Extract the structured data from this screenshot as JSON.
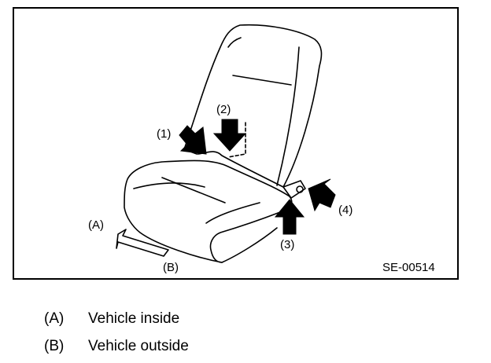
{
  "figure": {
    "code": "SE-00514",
    "callouts": {
      "c1": "(1)",
      "c2": "(2)",
      "c3": "(3)",
      "c4": "(4)",
      "a": "(A)",
      "b": "(B)"
    }
  },
  "legend": [
    {
      "key": "(A)",
      "text": "Vehicle inside"
    },
    {
      "key": "(B)",
      "text": "Vehicle outside"
    }
  ],
  "icons": [
    "seat-illustration",
    "arrow-icon",
    "direction-arrow-icon"
  ]
}
